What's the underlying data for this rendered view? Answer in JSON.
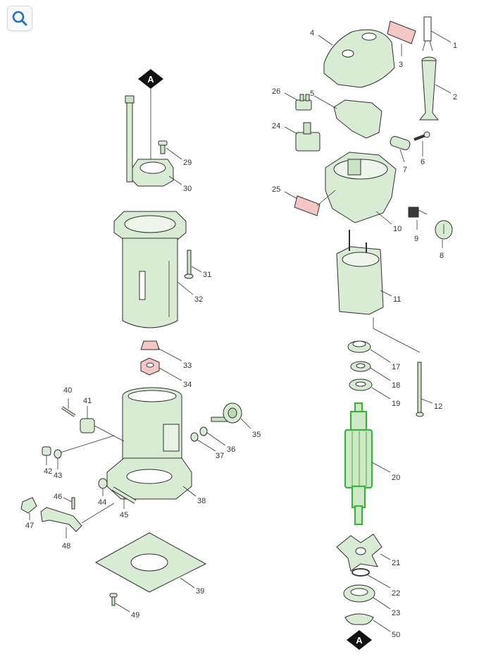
{
  "toolbar": {
    "zoom_icon": "magnifier-icon"
  },
  "marker_letter": "A",
  "colors": {
    "part_fill": "#d8ecd4",
    "highlight_stroke": "#3ab33a",
    "pink_part": "#f4c6c4"
  },
  "labels": {
    "p1": "1",
    "p2": "2",
    "p3": "3",
    "p4": "4",
    "p5": "5",
    "p6": "6",
    "p7": "7",
    "p8": "8",
    "p9": "9",
    "p10": "10",
    "p11": "11",
    "p12": "12",
    "p17": "17",
    "p18": "18",
    "p19": "19",
    "p20": "20",
    "p21": "21",
    "p22": "22",
    "p23": "23",
    "p24": "24",
    "p25": "25",
    "p26": "26",
    "p29": "29",
    "p30": "30",
    "p31": "31",
    "p32": "32",
    "p33": "33",
    "p34": "34",
    "p35": "35",
    "p36": "36",
    "p37": "37",
    "p38": "38",
    "p39": "39",
    "p40": "40",
    "p41": "41",
    "p42": "42",
    "p43": "43",
    "p44": "44",
    "p45": "45",
    "p46": "46",
    "p47": "47",
    "p48": "48",
    "p49": "49",
    "p50": "50"
  }
}
